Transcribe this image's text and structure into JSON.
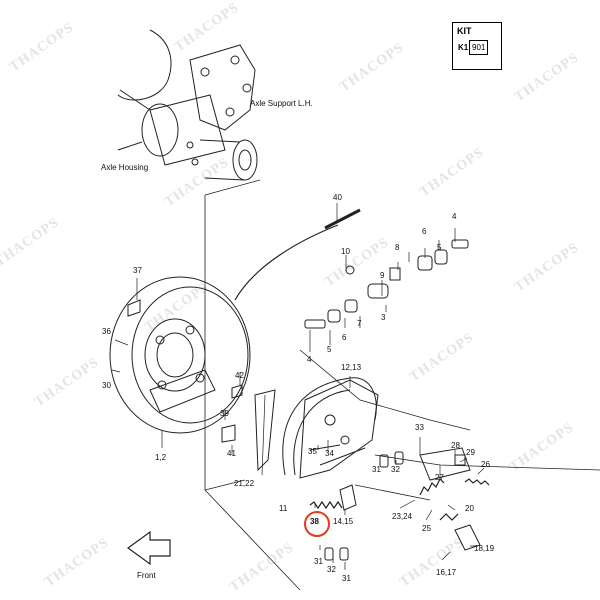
{
  "watermark": "THACOPS",
  "kit": {
    "title": "KIT",
    "code": "K1",
    "number": "901"
  },
  "labels": {
    "axle_support": "Axle Support L.H.",
    "axle_housing": "Axle Housing",
    "front": "Front"
  },
  "callouts": {
    "p40": "40",
    "p10": "10",
    "p9": "9",
    "p8": "8",
    "p6": "6",
    "p4a": "4",
    "p5a": "5",
    "p6b": "6",
    "p7": "7",
    "p3": "3",
    "p4b": "4",
    "p5b": "5",
    "p37": "37",
    "p36": "36",
    "p30": "30",
    "p42": "42",
    "p39": "39",
    "p41": "41",
    "p1_2": "1,2",
    "p21_22": "21,22",
    "p12_13": "12,13",
    "p35": "35",
    "p34": "34",
    "p11": "11",
    "p33": "33",
    "p31a": "31",
    "p32a": "32",
    "p28": "28",
    "p29": "29",
    "p27": "27",
    "p26": "26",
    "p38": "38",
    "p14_15": "14,15",
    "p23_24": "23,24",
    "p25": "25",
    "p20": "20",
    "p18_19": "18,19",
    "p16_17": "16,17",
    "p31b": "31",
    "p32b": "32",
    "p31c": "31"
  },
  "highlighted_part": "38",
  "colors": {
    "highlight": "#e53a1e",
    "line": "#222222",
    "watermark": "#e4e4e4"
  }
}
